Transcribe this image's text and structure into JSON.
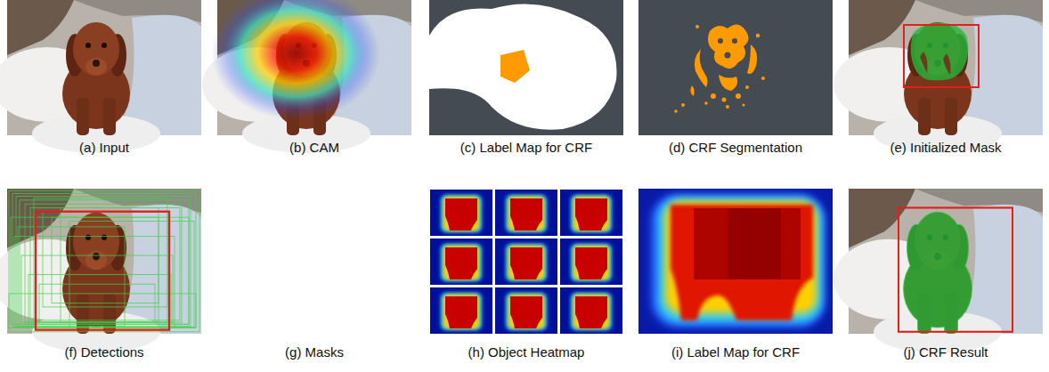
{
  "diagram": {
    "labels": [
      "(a) Input",
      "(b) CAM",
      "(c) Label Map for CRF",
      "(d) CRF Segmentation",
      "(e) Initialized Mask",
      "(f) Detections",
      "(g) Masks",
      "(h) Object Heatmap",
      "(i) Label Map for CRF",
      "(j) CRF Result"
    ]
  }
}
